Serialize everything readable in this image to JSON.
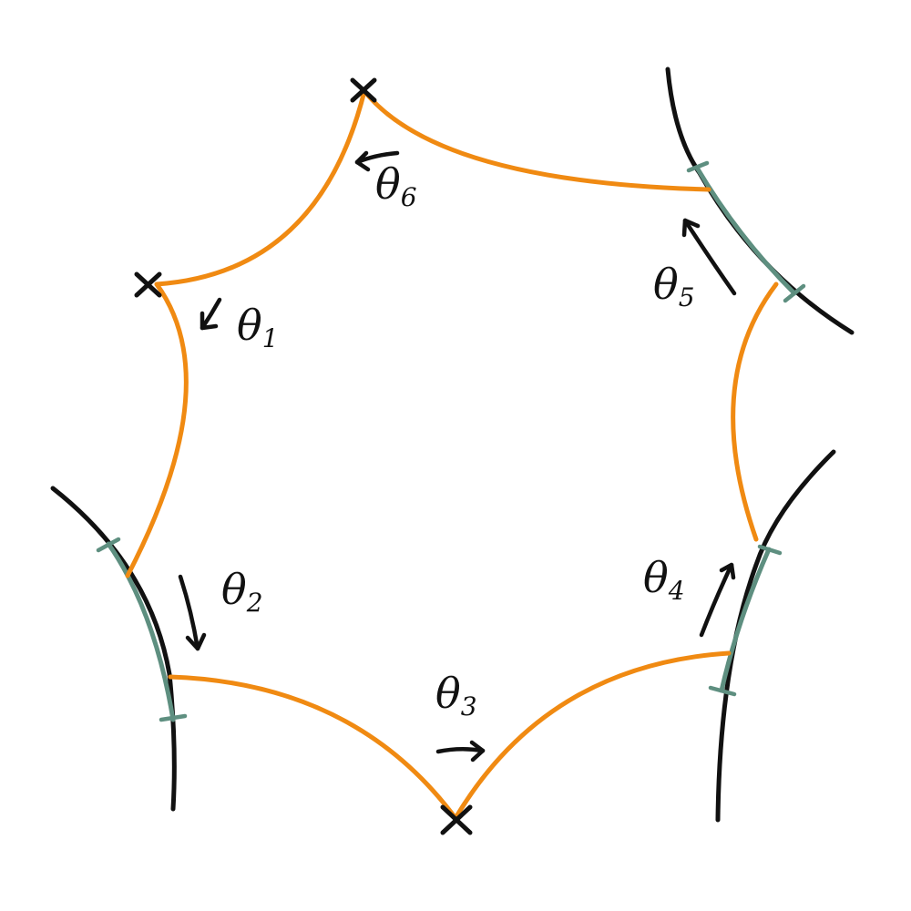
{
  "colors": {
    "orange": "#f08a12",
    "green": "#5e8f80",
    "black": "#111111"
  },
  "angles": [
    {
      "symbol": "θ",
      "sub": "1"
    },
    {
      "symbol": "θ",
      "sub": "2"
    },
    {
      "symbol": "θ",
      "sub": "3"
    },
    {
      "symbol": "θ",
      "sub": "4"
    },
    {
      "symbol": "θ",
      "sub": "5"
    },
    {
      "symbol": "θ",
      "sub": "6"
    }
  ]
}
